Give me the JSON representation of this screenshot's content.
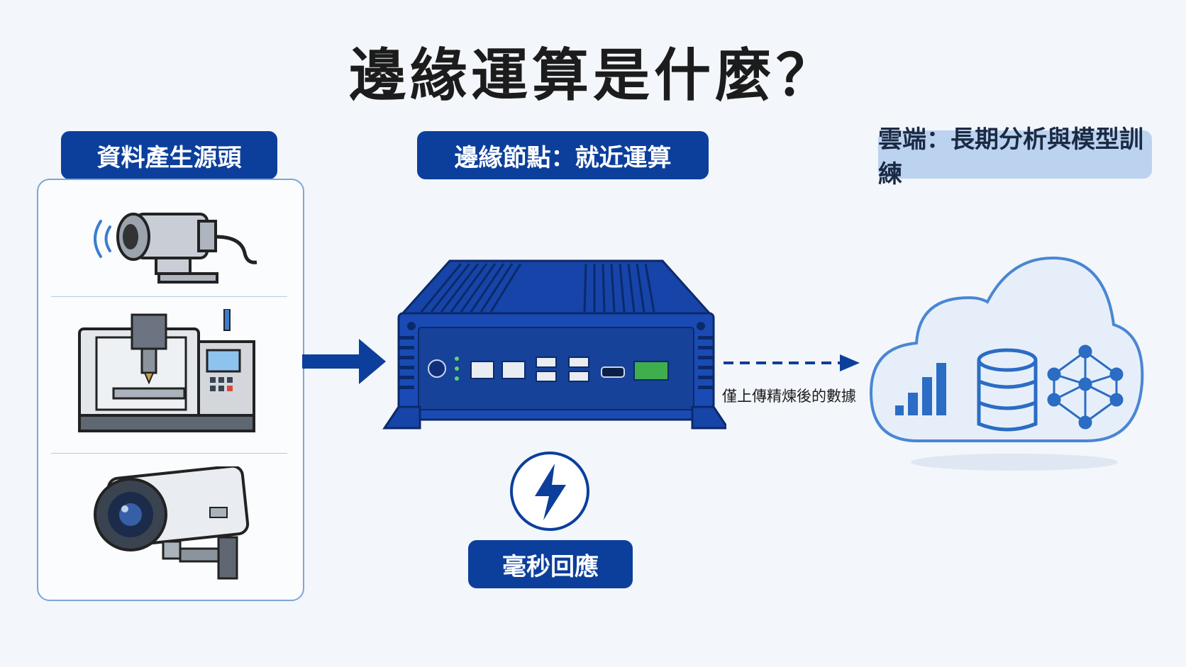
{
  "title": "邊緣運算是什麼？",
  "sources": {
    "label": "資料產生源頭",
    "items": [
      "vibration-sensor-icon",
      "cnc-machine-icon",
      "security-camera-icon"
    ]
  },
  "edge": {
    "label": "邊緣節點：就近運算",
    "device": "edge-gateway-icon",
    "latency_label": "毫秒回應"
  },
  "cloud": {
    "label": "雲端：長期分析與模型訓練",
    "icons": [
      "bar-chart-icon",
      "database-icon",
      "neural-network-icon"
    ]
  },
  "upload_note": "僅上傳精煉後的數據",
  "colors": {
    "primary": "#0c3f9b",
    "light": "#bcd3ef",
    "cloud_fill": "#e6eff9",
    "accent": "#2b6cc4"
  }
}
